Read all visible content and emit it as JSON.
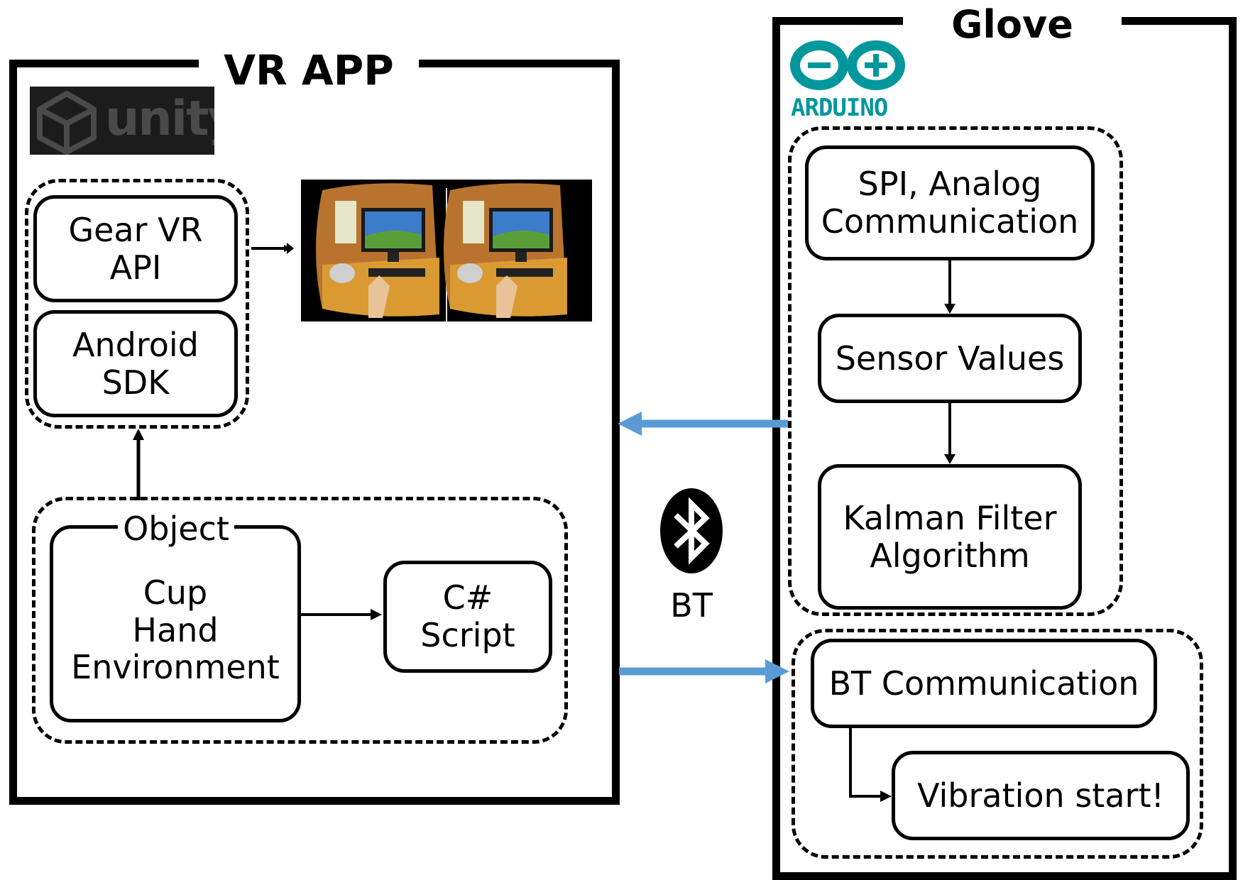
{
  "vr_app": {
    "title": "VR APP",
    "unity_logo_text": "unity",
    "gear_vr_api": [
      "Gear VR",
      "API"
    ],
    "android_sdk": [
      "Android",
      "SDK"
    ],
    "object_group": {
      "label": "Object",
      "items": [
        "Cup",
        "Hand",
        "Environment"
      ]
    },
    "csharp_script": [
      "C#",
      "Script"
    ]
  },
  "glove": {
    "title": "Glove",
    "arduino_logo_text": "ARDUINO",
    "spi_analog": [
      "SPI, Analog",
      "Communication"
    ],
    "sensor_values": "Sensor Values",
    "kalman": [
      "Kalman Filter",
      "Algorithm"
    ],
    "bt_communication": "BT Communication",
    "vibration": "Vibration start!"
  },
  "link": {
    "label": "BT",
    "arrow_color": "#5b9bd5"
  },
  "icons": [
    "unity-logo-icon",
    "arduino-logo-icon",
    "bluetooth-icon"
  ]
}
